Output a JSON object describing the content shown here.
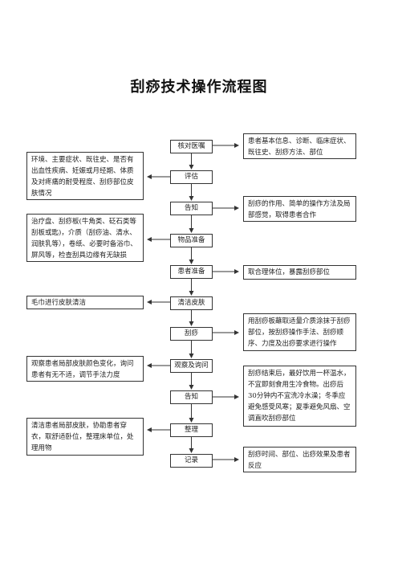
{
  "title": "刮痧技术操作流程图",
  "steps": [
    "核对医嘱",
    "评估",
    "告知",
    "物品准备",
    "患者准备",
    "清洁皮肤",
    "刮痧",
    "观察及询问",
    "告知",
    "整理",
    "记录"
  ],
  "notes": {
    "n1": "患者基本信息、诊断、临床症状、既往史、刮痧方法、部位",
    "n2": "环境、主要症状、既往史、是否有出血性疾病、妊娠或月经期、体质及对疼痛的耐受程度、刮痧部位皮肤情况",
    "n3": "刮痧的作用、简单的操作方法及局部感觉，取得患者合作",
    "n4": "治疗盘、刮痧板(牛角类、砭石类等刮板或匙)，介质（刮痧油、清水、润肤乳等），卷纸、必要时备浴巾、屏风等，检查刮具边缘有无缺损",
    "n5": "取合理体位，暴露刮痧部位",
    "n6": "毛巾进行皮肤清洁",
    "n7": "用刮痧板蘸取适量介质涂抹于刮痧部位，按刮痧操作手法、刮痧顺序、力度及出痧要求进行操作",
    "n8": "观察患者局部皮肤颜色变化，询问患者有无不适，调节手法力度",
    "n9": "刮痧结束后，最好饮用一杯温水，不宜即刻食用生冷食物。出痧后30分钟内不宜洗冷水澡；冬季应避免感受风寒；夏季避免风扇、空调直吹刮痧部位",
    "n10": "清洁患者局部皮肤，协助患者穿衣，取舒适卧位，整理床单位，处理用物",
    "n11": "刮痧时间、部位、出痧效果及患者反应"
  }
}
